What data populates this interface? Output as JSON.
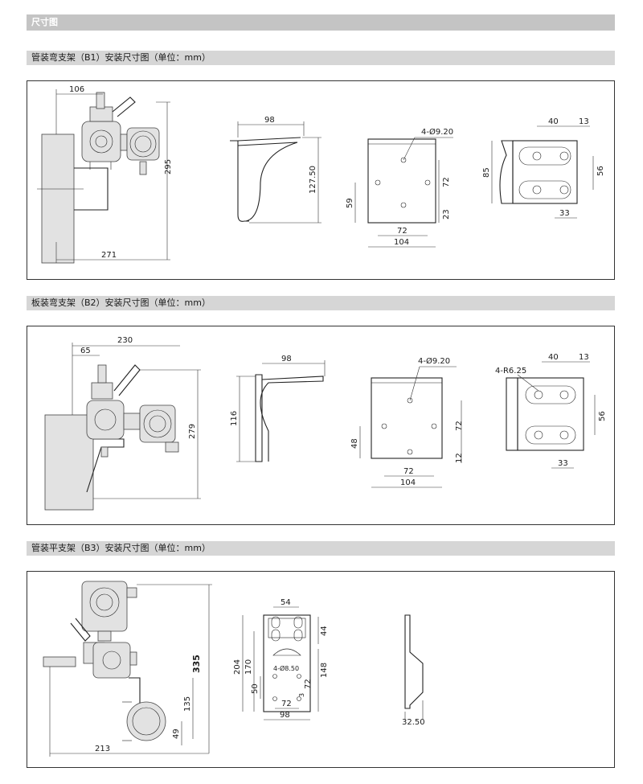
{
  "page_title": "尺寸图",
  "sections": [
    {
      "title": "管装弯支架（B1）安装尺寸图（单位：mm）"
    },
    {
      "title": "板装弯支架（B2）安装尺寸图（单位：mm）"
    },
    {
      "title": "管装平支架（B3）安装尺寸图（单位：mm）"
    }
  ],
  "dims": {
    "b1": {
      "d106": "106",
      "d295": "295",
      "d271": "271",
      "d98": "98",
      "d127": "127.50",
      "d4phi": "4-Ø9.20",
      "d72v": "72",
      "d59": "59",
      "d23": "23",
      "d72h": "72",
      "d104": "104",
      "d40": "40",
      "d13": "13",
      "d85": "85",
      "d56": "56",
      "d33": "33"
    },
    "b2": {
      "d230": "230",
      "d65": "65",
      "d279": "279",
      "d98": "98",
      "d116": "116",
      "d4phi": "4-Ø9.20",
      "d72v": "72",
      "d48": "48",
      "d12": "12",
      "d72h": "72",
      "d104": "104",
      "d4r": "4-R6.25",
      "d40": "40",
      "d13": "13",
      "d56": "56",
      "d33": "33"
    },
    "b3": {
      "d335": "335",
      "d135": "135",
      "d49": "49",
      "d213": "213",
      "d54": "54",
      "d44": "44",
      "d204": "204",
      "d170": "170",
      "d148": "148",
      "d4phi": "4-Ø8.50",
      "d50": "50",
      "d72v": "72",
      "d3": "3",
      "d72h": "72",
      "d98": "98",
      "d3250": "32.50"
    }
  }
}
